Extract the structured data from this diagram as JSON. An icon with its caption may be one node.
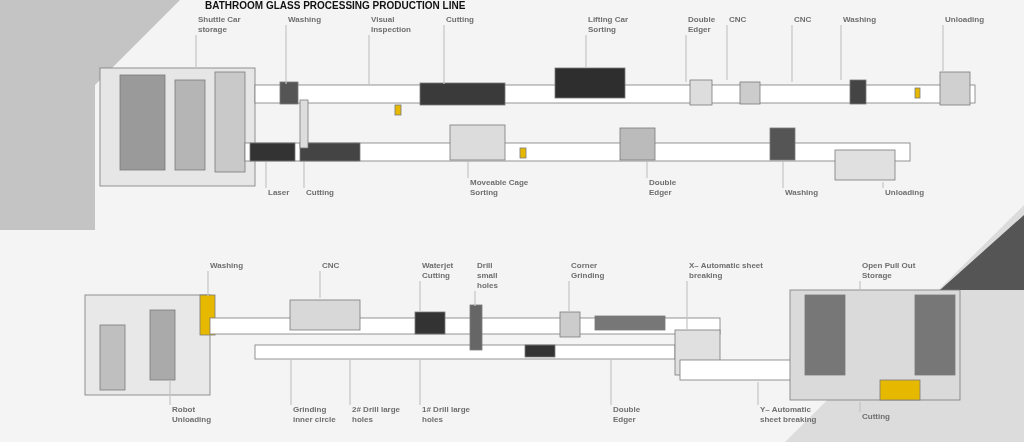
{
  "diagram": {
    "title": "BATHROOM GLASS PROCESSING PRODUCTION LINE",
    "nodes": [
      {
        "text": [
          "Shuttle Car storage"
        ]
      },
      {
        "text": [
          "Washing"
        ]
      },
      {
        "text": [
          "Visual Inspection"
        ]
      },
      {
        "text": [
          "Cutting"
        ]
      },
      {
        "text": [
          "Lifting Car Sorting"
        ]
      },
      {
        "text": [
          "Double Edger"
        ]
      },
      {
        "text": [
          "CNC"
        ]
      },
      {
        "text": [
          "CNC"
        ]
      },
      {
        "text": [
          "Washing"
        ]
      },
      {
        "text": [
          "Unloading"
        ]
      },
      {
        "text": [
          "Laser"
        ]
      },
      {
        "text": [
          "Cutting"
        ]
      },
      {
        "text": [
          "Moveable Cage Sorting"
        ]
      },
      {
        "text": [
          "Double Edger"
        ]
      },
      {
        "text": [
          "Washing"
        ]
      },
      {
        "text": [
          "Unloading"
        ]
      },
      {
        "text": [
          "Washing"
        ]
      },
      {
        "text": [
          "CNC"
        ]
      },
      {
        "text": [
          "Waterjet Cutting"
        ]
      },
      {
        "text": [
          "Drill small holes"
        ]
      },
      {
        "text": [
          "Corner Grinding"
        ]
      },
      {
        "text": [
          "X– Automatic sheet breaking"
        ]
      },
      {
        "text": [
          "Open Pull Out Storage"
        ]
      },
      {
        "text": [
          "Robot Unloading"
        ]
      },
      {
        "text": [
          "Grinding inner circle"
        ]
      },
      {
        "text": [
          "2# Drill large holes"
        ]
      },
      {
        "text": [
          "1# Drill large holes"
        ]
      },
      {
        "text": [
          "Double Edger"
        ]
      },
      {
        "text": [
          "Y– Automatic sheet breaking"
        ]
      },
      {
        "text": [
          "Cutting"
        ]
      }
    ],
    "edges": [
      {
        "from": 0,
        "to": null,
        "arrow": "none"
      },
      {
        "from": 1,
        "to": null,
        "arrow": "none"
      },
      {
        "from": 2,
        "to": null,
        "arrow": "none"
      },
      {
        "from": 3,
        "to": null,
        "arrow": "none"
      },
      {
        "from": 4,
        "to": null,
        "arrow": "none"
      },
      {
        "from": 5,
        "to": null,
        "arrow": "none"
      },
      {
        "from": 6,
        "to": null,
        "arrow": "none"
      },
      {
        "from": 7,
        "to": null,
        "arrow": "none"
      },
      {
        "from": 8,
        "to": null,
        "arrow": "none"
      },
      {
        "from": 9,
        "to": null,
        "arrow": "none"
      },
      {
        "from": 10,
        "to": null,
        "arrow": "none"
      },
      {
        "from": 11,
        "to": null,
        "arrow": "none"
      },
      {
        "from": 12,
        "to": null,
        "arrow": "none"
      },
      {
        "from": 13,
        "to": null,
        "arrow": "none"
      },
      {
        "from": 14,
        "to": null,
        "arrow": "none"
      },
      {
        "from": 15,
        "to": null,
        "arrow": "none"
      },
      {
        "from": 16,
        "to": null,
        "arrow": "none"
      },
      {
        "from": 17,
        "to": null,
        "arrow": "none"
      },
      {
        "from": 18,
        "to": null,
        "arrow": "none"
      },
      {
        "from": 19,
        "to": null,
        "arrow": "none"
      },
      {
        "from": 20,
        "to": null,
        "arrow": "none"
      },
      {
        "from": 21,
        "to": null,
        "arrow": "none"
      },
      {
        "from": 22,
        "to": null,
        "arrow": "none"
      },
      {
        "from": 23,
        "to": null,
        "arrow": "none"
      },
      {
        "from": 24,
        "to": null,
        "arrow": "none"
      },
      {
        "from": 25,
        "to": null,
        "arrow": "none"
      },
      {
        "from": 26,
        "to": null,
        "arrow": "none"
      },
      {
        "from": 27,
        "to": null,
        "arrow": "none"
      },
      {
        "from": 28,
        "to": null,
        "arrow": "none"
      },
      {
        "from": 29,
        "to": null,
        "arrow": "none"
      }
    ]
  }
}
